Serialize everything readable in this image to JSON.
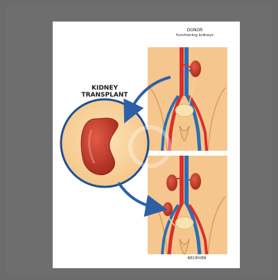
{
  "diagram": {
    "title": "KIDNEY TRANSPLANT",
    "donor_label": "DONOR",
    "donor_sublabel": "functioning kidneys",
    "receiver_label": "RECEIVER"
  },
  "colors": {
    "background": "#6b6b6b",
    "card": "#ffffff",
    "skin": "#f5c78e",
    "kidney": "#c0392b",
    "artery": "#d9302b",
    "vein": "#2b6fb5",
    "bladder": "#f6e3b0",
    "arrow": "#2e5fa6"
  }
}
